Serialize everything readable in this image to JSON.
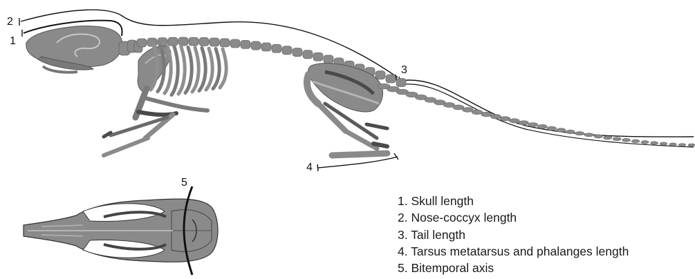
{
  "measurements": [
    {
      "number": "1",
      "label": "Skull length"
    },
    {
      "number": "2",
      "label": "Nose-coccyx length"
    },
    {
      "number": "3",
      "label": "Tail length"
    },
    {
      "number": "4",
      "label": "Tarsus metatarsus and phalanges length"
    },
    {
      "number": "5",
      "label": "Bitemporal axis"
    }
  ],
  "legend": [
    "1. Skull length",
    "2. Nose-coccyx length",
    "3. Tail length",
    "4. Tarsus metatarsus and phalanges length",
    "5. Bitemporal axis"
  ],
  "colors": {
    "bone_fill": "#8a8a8a",
    "bone_dark": "#4a4a4a",
    "bone_light": "#b5b5b5",
    "outline": "#111111"
  }
}
